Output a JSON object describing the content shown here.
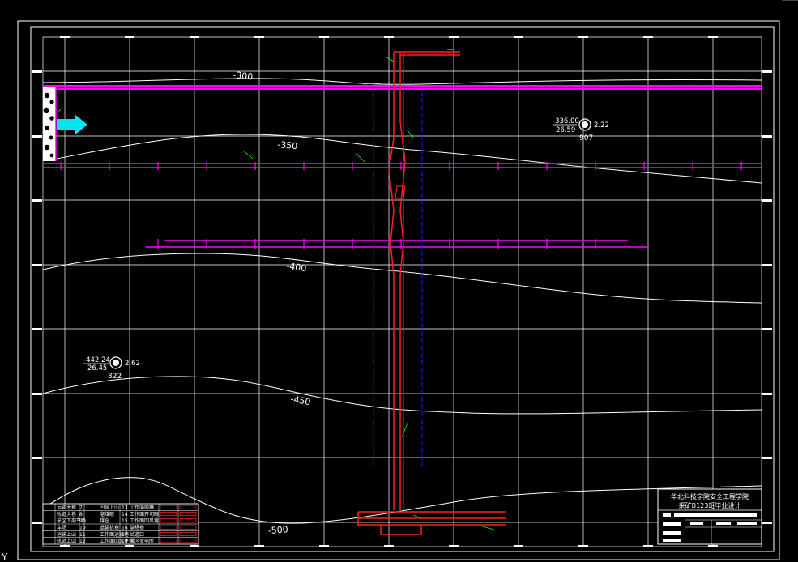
{
  "contours": [
    {
      "label": "-300"
    },
    {
      "label": "-350"
    },
    {
      "label": "-400"
    },
    {
      "label": "-450"
    },
    {
      "label": "-500"
    }
  ],
  "boreholes": [
    {
      "elev": "-336.00",
      "thick": "26.59",
      "side": "2.22",
      "num": "907"
    },
    {
      "elev": "-442.24",
      "thick": "26.45",
      "side": "2.62",
      "num": "822"
    }
  ],
  "title_block": {
    "line1": "华北科技学院安全工程学院",
    "line2": "采矿B123班毕业设计"
  },
  "legend": {
    "rows": [
      [
        "运输大巷",
        "7",
        "回风上山",
        "13",
        "工作面顺槽"
      ],
      [
        "轨道大巷",
        "8",
        "溜煤眼",
        "14",
        "工作面开切眼"
      ],
      [
        "采区下部车场",
        "9",
        "煤仓",
        "15",
        "工作面回风巷"
      ],
      [
        "车场",
        "10",
        "运输机巷",
        "16",
        "联络巷"
      ],
      [
        "运输上山",
        "11",
        "工作面运输巷",
        "17",
        "岔道口"
      ],
      [
        "轨道上山",
        "12",
        "工作面回风平巷",
        "18",
        "采区变电所"
      ]
    ]
  },
  "colors": {
    "background": "#000000",
    "grid": "#ffffff",
    "roadway": "#ff00ff",
    "shaft": "#ff2020",
    "dashed": "#1a1aff",
    "annotation": "#00ff00",
    "arrow": "#00e5ee"
  }
}
